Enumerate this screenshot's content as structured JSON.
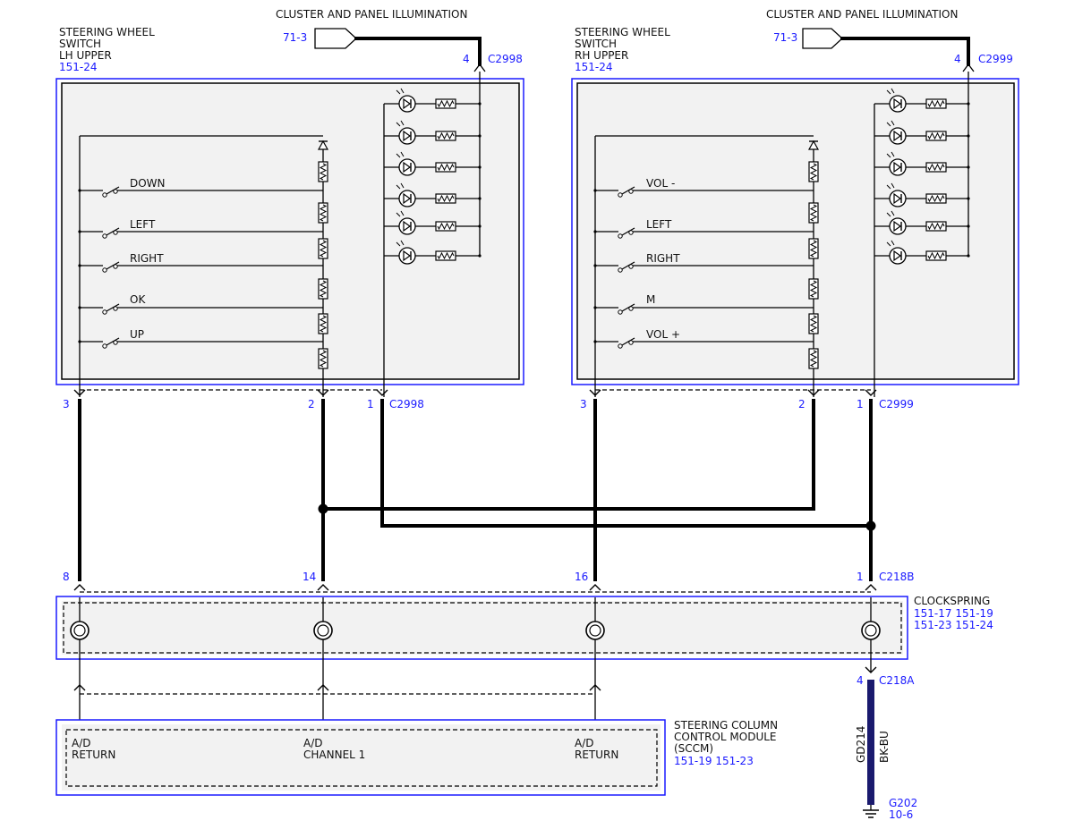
{
  "illumination": {
    "left": {
      "title": "CLUSTER AND PANEL ILLUMINATION",
      "ref": "71-3",
      "pin": "4",
      "connector": "C2998"
    },
    "right": {
      "title": "CLUSTER AND PANEL ILLUMINATION",
      "ref": "71-3",
      "pin": "4",
      "connector": "C2999"
    }
  },
  "lh_switch": {
    "name_lines": [
      "STEERING WHEEL",
      "SWITCH",
      "LH UPPER"
    ],
    "ref": "151-24",
    "switch_labels": [
      "DOWN",
      "LEFT",
      "RIGHT",
      "OK",
      "UP"
    ],
    "bottom_pins": [
      "3",
      "2",
      "1"
    ],
    "bottom_connector": "C2998"
  },
  "rh_switch": {
    "name_lines": [
      "STEERING WHEEL",
      "SWITCH",
      "RH UPPER"
    ],
    "ref": "151-24",
    "switch_labels": [
      "VOL -",
      "LEFT",
      "RIGHT",
      "M",
      "VOL +"
    ],
    "bottom_pins": [
      "3",
      "2",
      "1"
    ],
    "bottom_connector": "C2999"
  },
  "clockspring": {
    "name": "CLOCKSPRING",
    "refs_line1": "151-17  151-19",
    "refs_line2": "151-23  151-24",
    "top_pins": [
      "8",
      "14",
      "16",
      "1"
    ],
    "top_connector": "C218B",
    "bottom_pin": "4",
    "bottom_connector": "C218A"
  },
  "sccm": {
    "name_lines": [
      "STEERING COLUMN",
      "CONTROL MODULE",
      "(SCCM)"
    ],
    "refs": "151-19  151-23",
    "pins": [
      {
        "line1": "A/D",
        "line2": "RETURN"
      },
      {
        "line1": "A/D",
        "line2": "CHANNEL 1"
      },
      {
        "line1": "A/D",
        "line2": "RETURN"
      }
    ]
  },
  "ground_wire": {
    "circuit": "GD214",
    "color": "BK-BU"
  },
  "ground": {
    "name": "G202",
    "ref": "10-6"
  },
  "colors": {
    "wire": "#000000",
    "reference": "#1a1aff",
    "box_fill": "#f2f2f2",
    "ground_wire": "#1a1a6e"
  },
  "icons": [
    "connector-arrow-icon",
    "led-icon",
    "resistor-icon",
    "diode-icon",
    "switch-icon",
    "clockspring-coil-icon",
    "ground-icon",
    "splice-icon"
  ]
}
